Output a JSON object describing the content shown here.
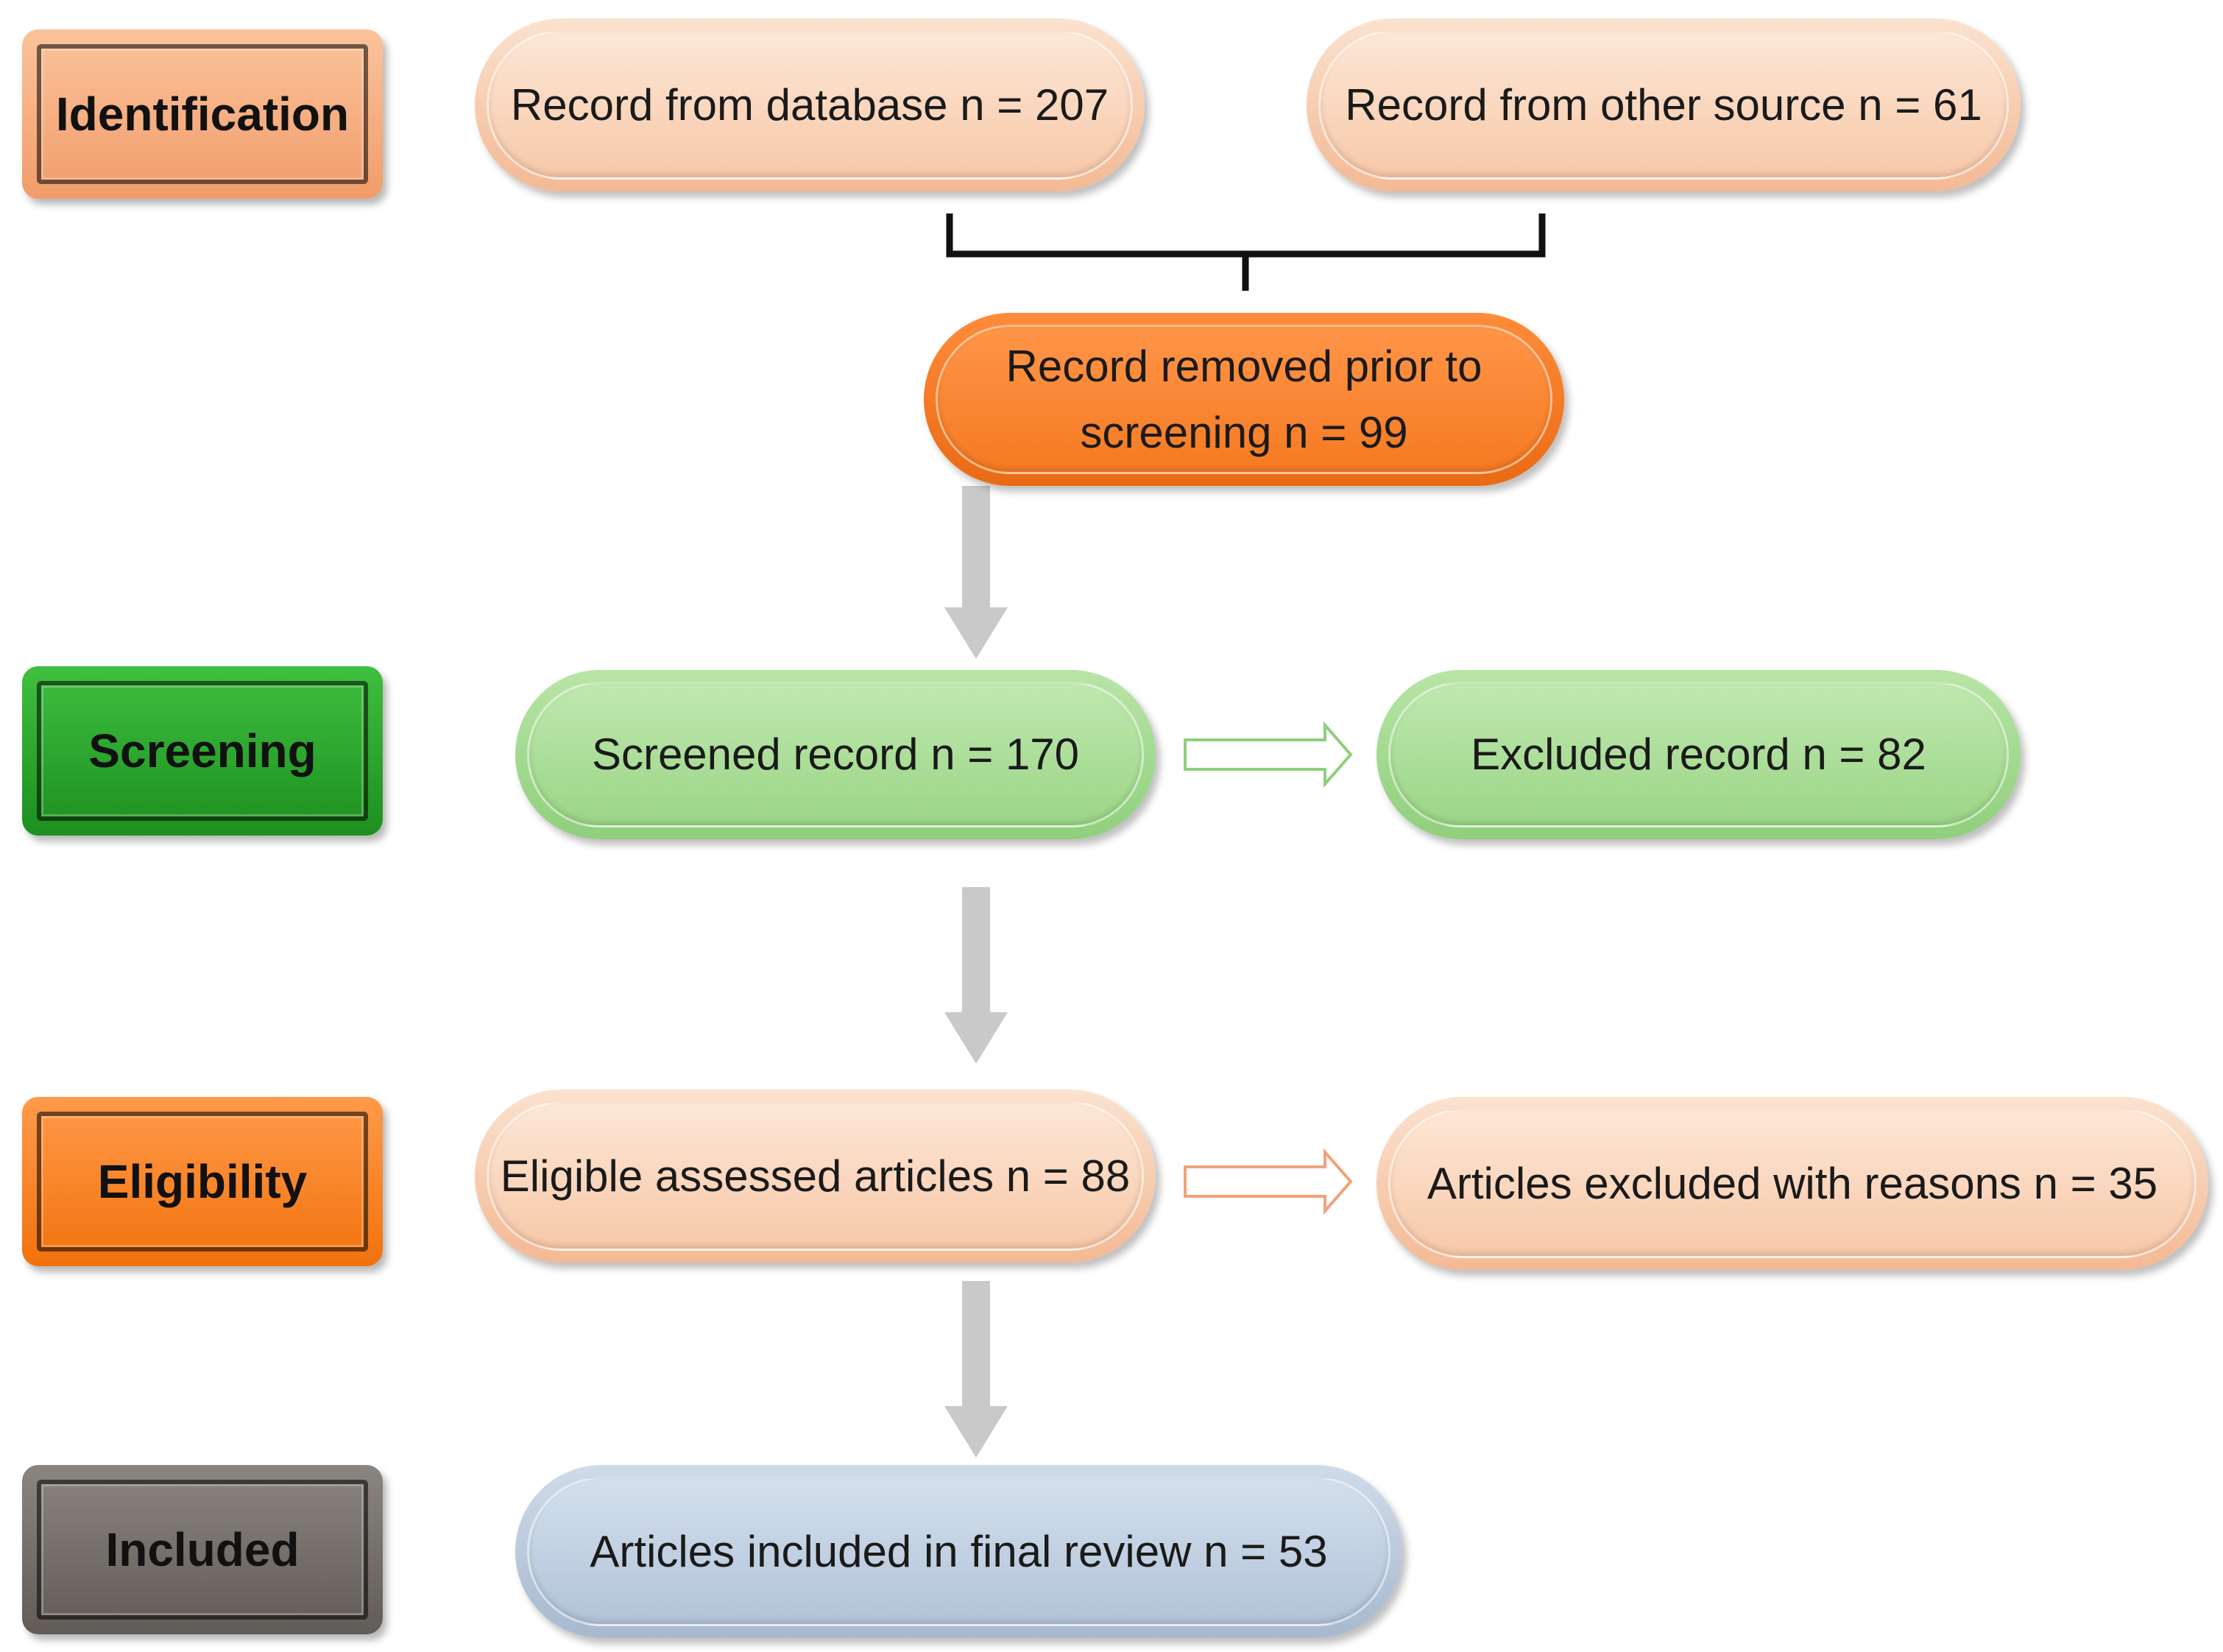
{
  "stages": {
    "identification": "Identification",
    "screening": "Screening",
    "eligibility": "Eligibility",
    "included": "Included"
  },
  "boxes": {
    "database": "Record from database n = 207",
    "other_source": "Record from other source n = 61",
    "removed": "Record removed prior to\nscreening n = 99",
    "screened": "Screened record n = 170",
    "excluded": "Excluded record n = 82",
    "eligible": "Eligible assessed articles n = 88",
    "articles_excluded": "Articles excluded with reasons n = 35",
    "included": "Articles included in final review n = 53"
  },
  "colors": {
    "identification": "#f4a97a",
    "screening": "#2a9d2a",
    "eligibility": "#f47a1c",
    "included": "#726d68",
    "peach_box": "#f7c8a8",
    "orange_box": "#f57a22",
    "green_box": "#9bd587",
    "blue_box": "#b1c3d8",
    "down_arrow": "#c8c8c8",
    "green_arrow_outline": "#8fcf7c",
    "orange_arrow_outline": "#f1a27a"
  }
}
